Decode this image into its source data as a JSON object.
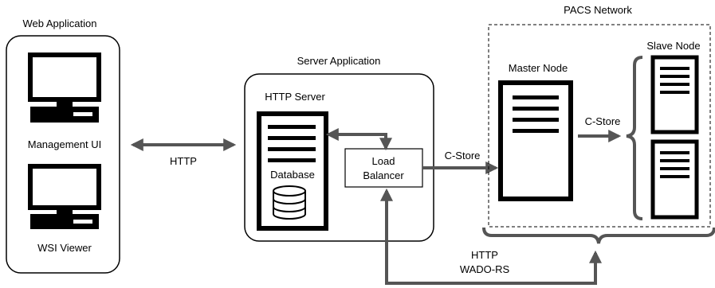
{
  "web_application": {
    "title": "Web Application",
    "clients": [
      {
        "label": "Management UI",
        "icon": "computer-monitor-icon"
      },
      {
        "label": "WSI Viewer",
        "icon": "computer-monitor-icon"
      }
    ]
  },
  "server_application": {
    "title": "Server Application",
    "http_server": {
      "label": "HTTP Server",
      "icon": "server-tower-icon"
    },
    "database": {
      "label": "Database",
      "icon": "database-cylinder-icon"
    },
    "load_balancer": {
      "line1": "Load",
      "line2": "Balancer"
    }
  },
  "pacs_network": {
    "title": "PACS Network",
    "master_node": {
      "label": "Master Node",
      "icon": "server-tower-icon"
    },
    "slave_node": {
      "label": "Slave Node",
      "icon": "server-tower-icon"
    }
  },
  "connections": {
    "web_to_server": "HTTP",
    "lb_to_master": "C-Store",
    "master_to_slave": "C-Store",
    "pacs_to_lb_line1": "HTTP",
    "pacs_to_lb_line2": "WADO-RS"
  },
  "colors": {
    "line": "#000000",
    "arrow": "#555555",
    "background": "#ffffff"
  }
}
